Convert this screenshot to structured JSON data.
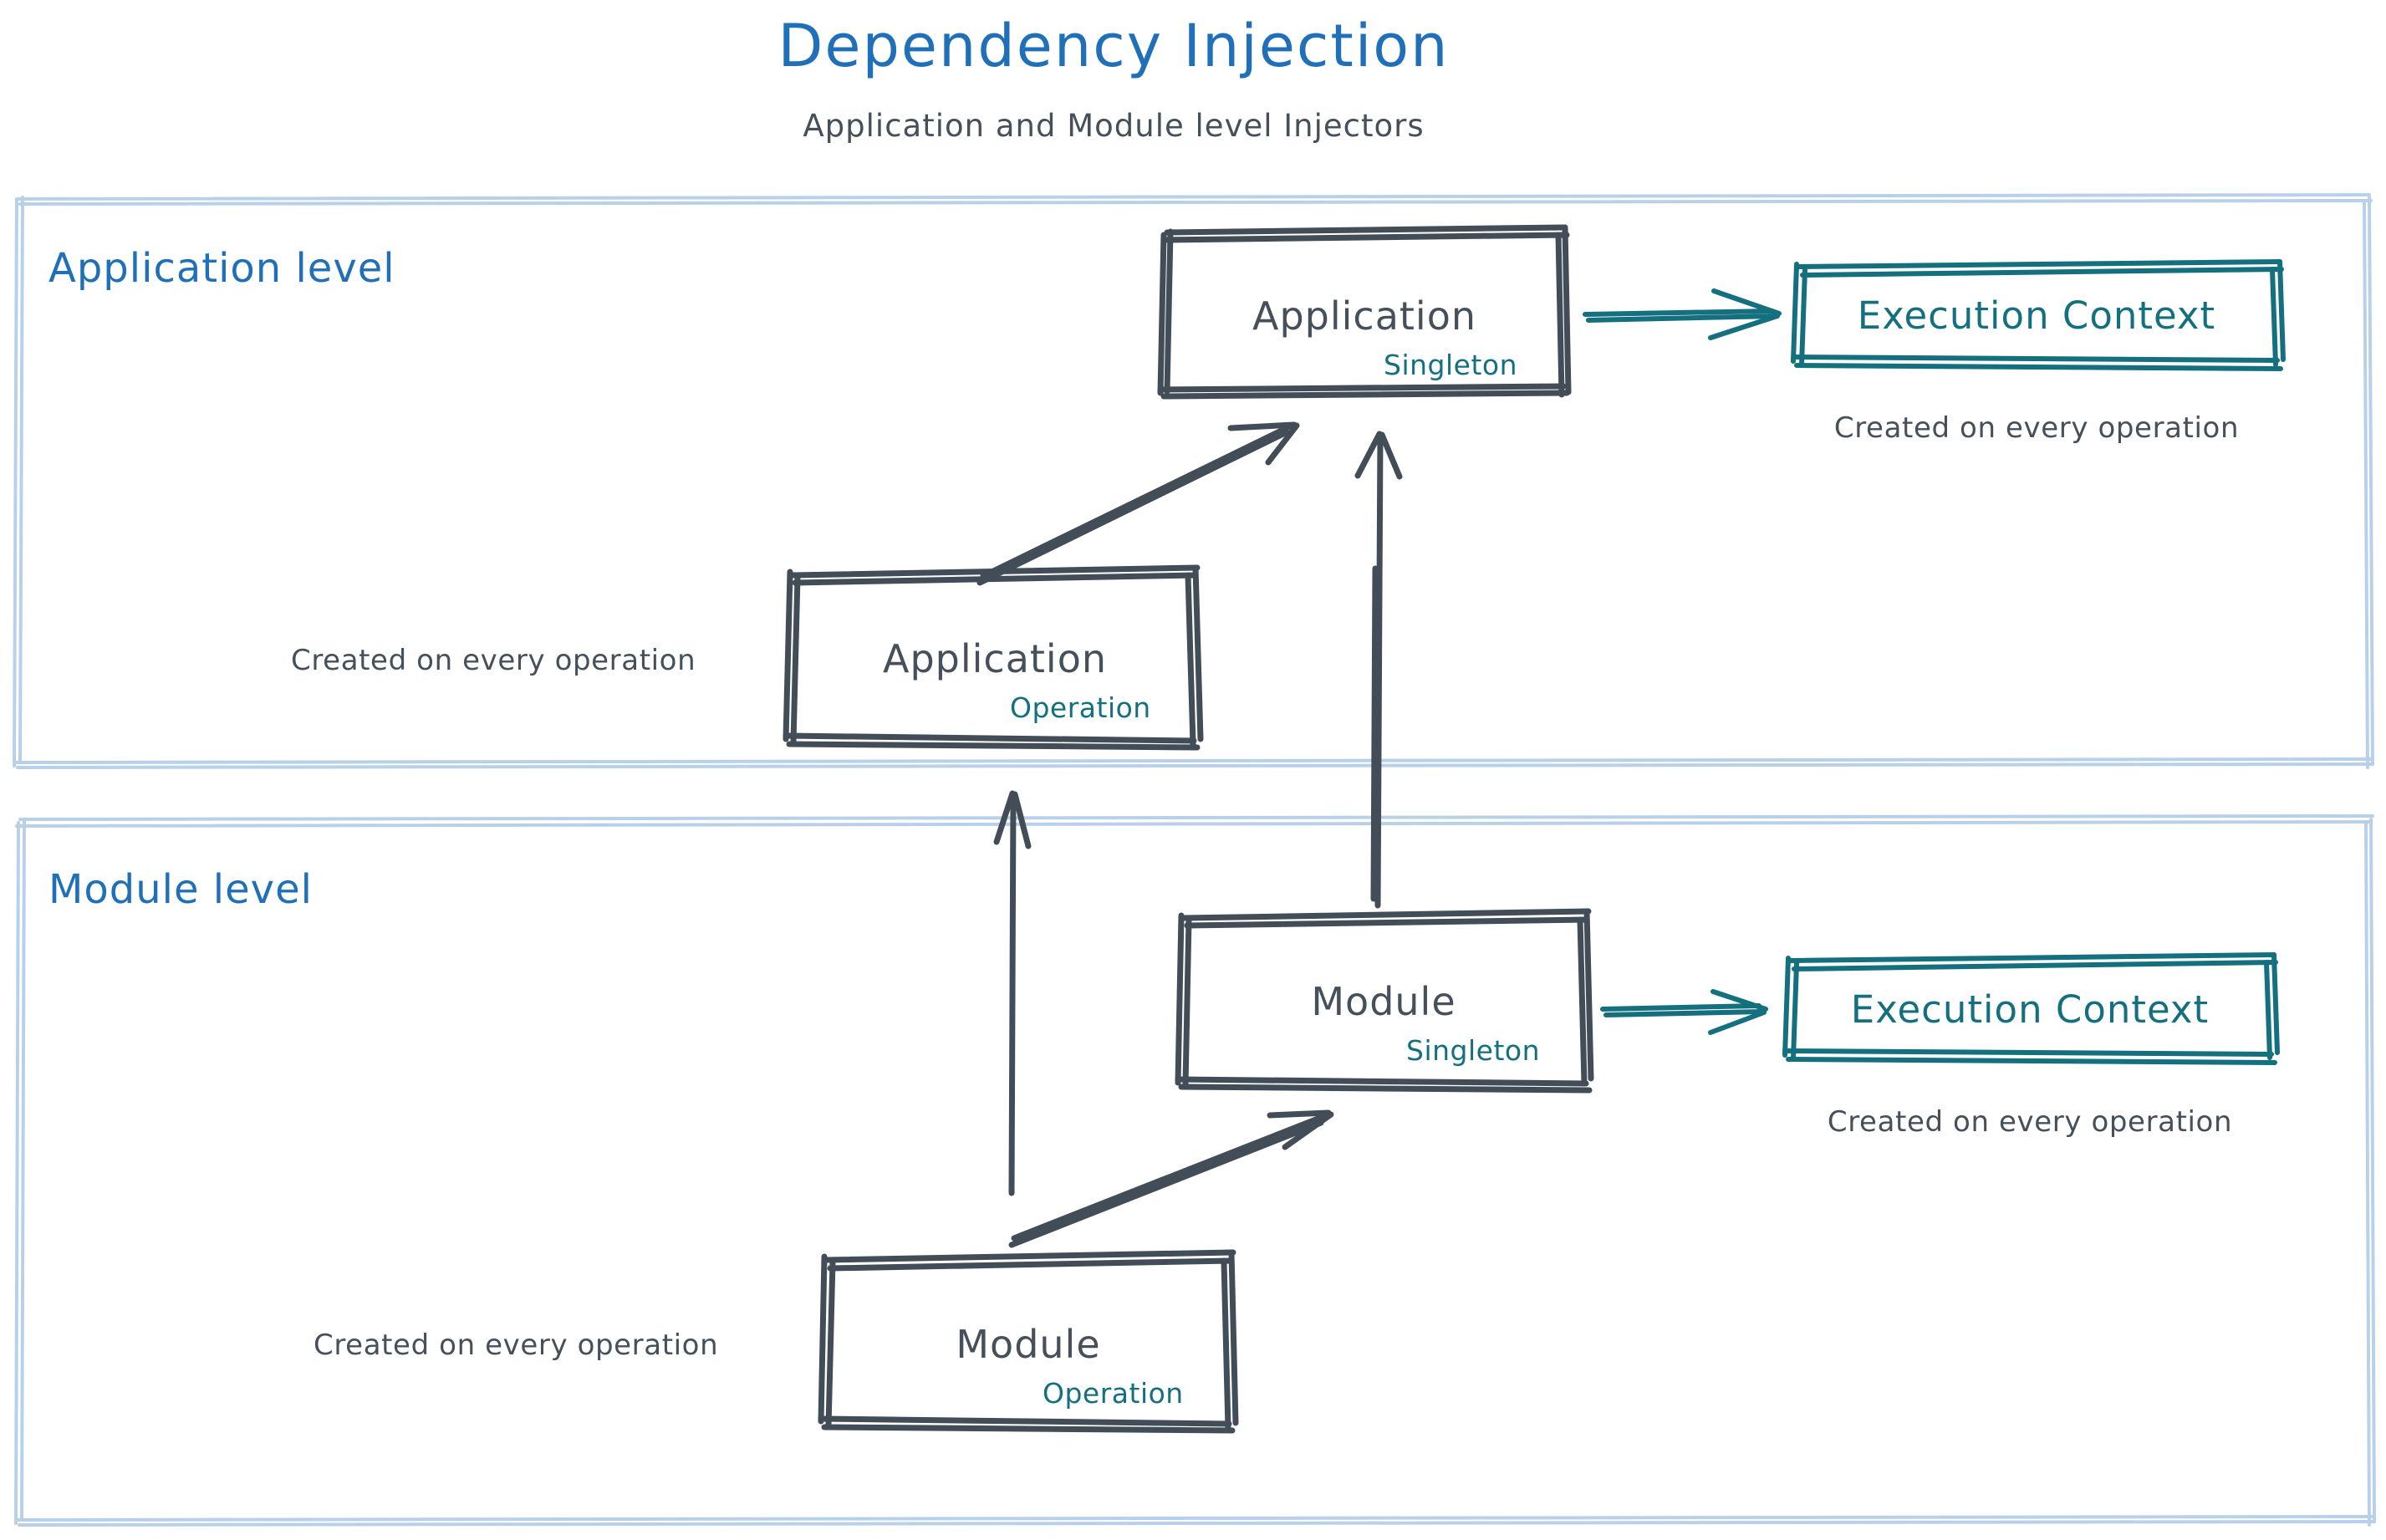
{
  "header": {
    "title": "Dependency Injection",
    "subtitle": "Application and Module level Injectors"
  },
  "colors": {
    "title_blue": "#1f70b8",
    "panel_border_blue": "#b9d1e8",
    "box_gray": "#46505a",
    "teal": "#14707e",
    "background": "#ffffff"
  },
  "panels": [
    {
      "id": "application-level",
      "label": "Application level"
    },
    {
      "id": "module-level",
      "label": "Module level"
    }
  ],
  "nodes": {
    "application_singleton": {
      "title": "Application",
      "scope": "Singleton"
    },
    "application_operation": {
      "title": "Application",
      "scope": "Operation",
      "caption": "Created on every operation"
    },
    "application_execution_context": {
      "title": "Execution Context",
      "caption": "Created on every operation"
    },
    "module_singleton": {
      "title": "Module",
      "scope": "Singleton"
    },
    "module_operation": {
      "title": "Module",
      "scope": "Operation",
      "caption": "Created on every operation"
    },
    "module_execution_context": {
      "title": "Execution Context",
      "caption": "Created on every operation"
    }
  },
  "edges": [
    {
      "id": "app-singleton-to-exec-context",
      "from": "application_singleton",
      "to": "application_execution_context",
      "style": "teal-arrow"
    },
    {
      "id": "app-operation-to-app-singleton",
      "from": "application_operation",
      "to": "application_singleton",
      "style": "gray-arrow-diagonal"
    },
    {
      "id": "module-singleton-to-app-singleton",
      "from": "module_singleton",
      "to": "application_singleton",
      "style": "gray-arrow-vertical"
    },
    {
      "id": "module-operation-to-app-operation",
      "from": "module_operation",
      "to": "application_operation",
      "style": "gray-arrow-vertical"
    },
    {
      "id": "module-operation-to-module-singleton",
      "from": "module_operation",
      "to": "module_singleton",
      "style": "gray-arrow-diagonal"
    },
    {
      "id": "module-singleton-to-exec-context",
      "from": "module_singleton",
      "to": "module_execution_context",
      "style": "teal-arrow"
    }
  ]
}
